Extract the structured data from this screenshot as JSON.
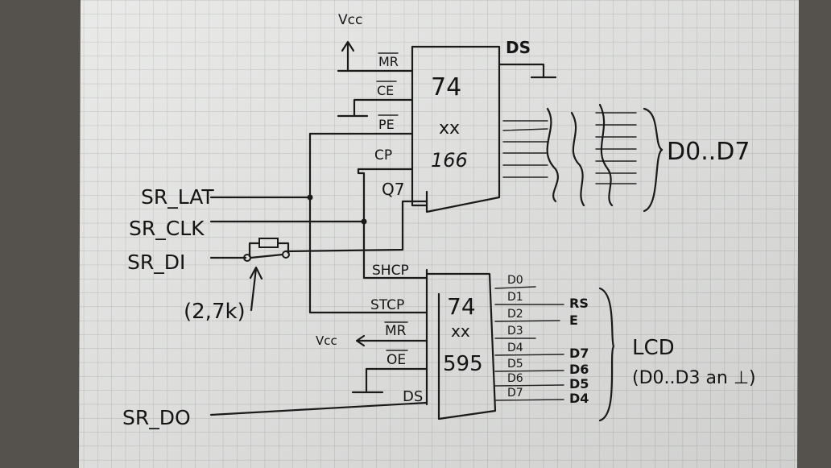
{
  "diagram": {
    "vcc_top": "Vcc",
    "vcc_bottom": "Vcc",
    "ds_top": "DS",
    "chip1": {
      "line1": "74",
      "line2": "xx",
      "line3": "166",
      "pins": {
        "mr": "MR",
        "ce": "CE",
        "pe": "PE",
        "cp": "CP",
        "q7": "Q7"
      }
    },
    "chip2": {
      "line1": "74",
      "line2": "xx",
      "line3": "595",
      "pins_left": {
        "shcp": "SHCP",
        "stcp": "STCP",
        "mr": "MR",
        "oe": "OE",
        "ds": "DS"
      },
      "pins_right": [
        "D0",
        "D1",
        "D2",
        "D3",
        "D4",
        "D5",
        "D6",
        "D7"
      ]
    },
    "signals": {
      "sr_lat": "SR_LAT",
      "sr_clk": "SR_CLK",
      "sr_di": "SR_DI",
      "sr_do": "SR_DO"
    },
    "resistor_value": "(2,7k)",
    "bus_label": "D0..D7",
    "lcd_pins": [
      "RS",
      "E",
      "D7",
      "D6",
      "D5",
      "D4"
    ],
    "lcd_label": "LCD",
    "lcd_note": "(D0..D3 an ⊥)"
  }
}
